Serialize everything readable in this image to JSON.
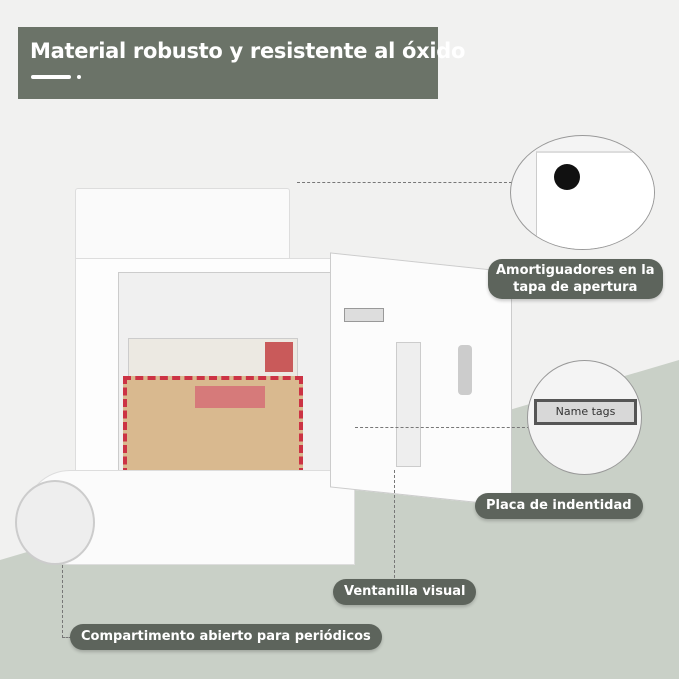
{
  "header": {
    "title": "Material robusto y resistente al óxido"
  },
  "callouts": {
    "dampers": "Amortiguadores en la tapa de apertura",
    "dampers_line1": "Amortiguadores en la",
    "dampers_line2": "tapa de apertura",
    "name_tag_label": "Name tags",
    "id_plate": "Placa de indentidad",
    "window": "Ventanilla visual",
    "newspaper": "Compartimento abierto para periódicos"
  },
  "colors": {
    "background": "#f1f1f0",
    "accent_green": "#c8cfc6",
    "pill": "#5d645c",
    "header": "#6b7368"
  }
}
